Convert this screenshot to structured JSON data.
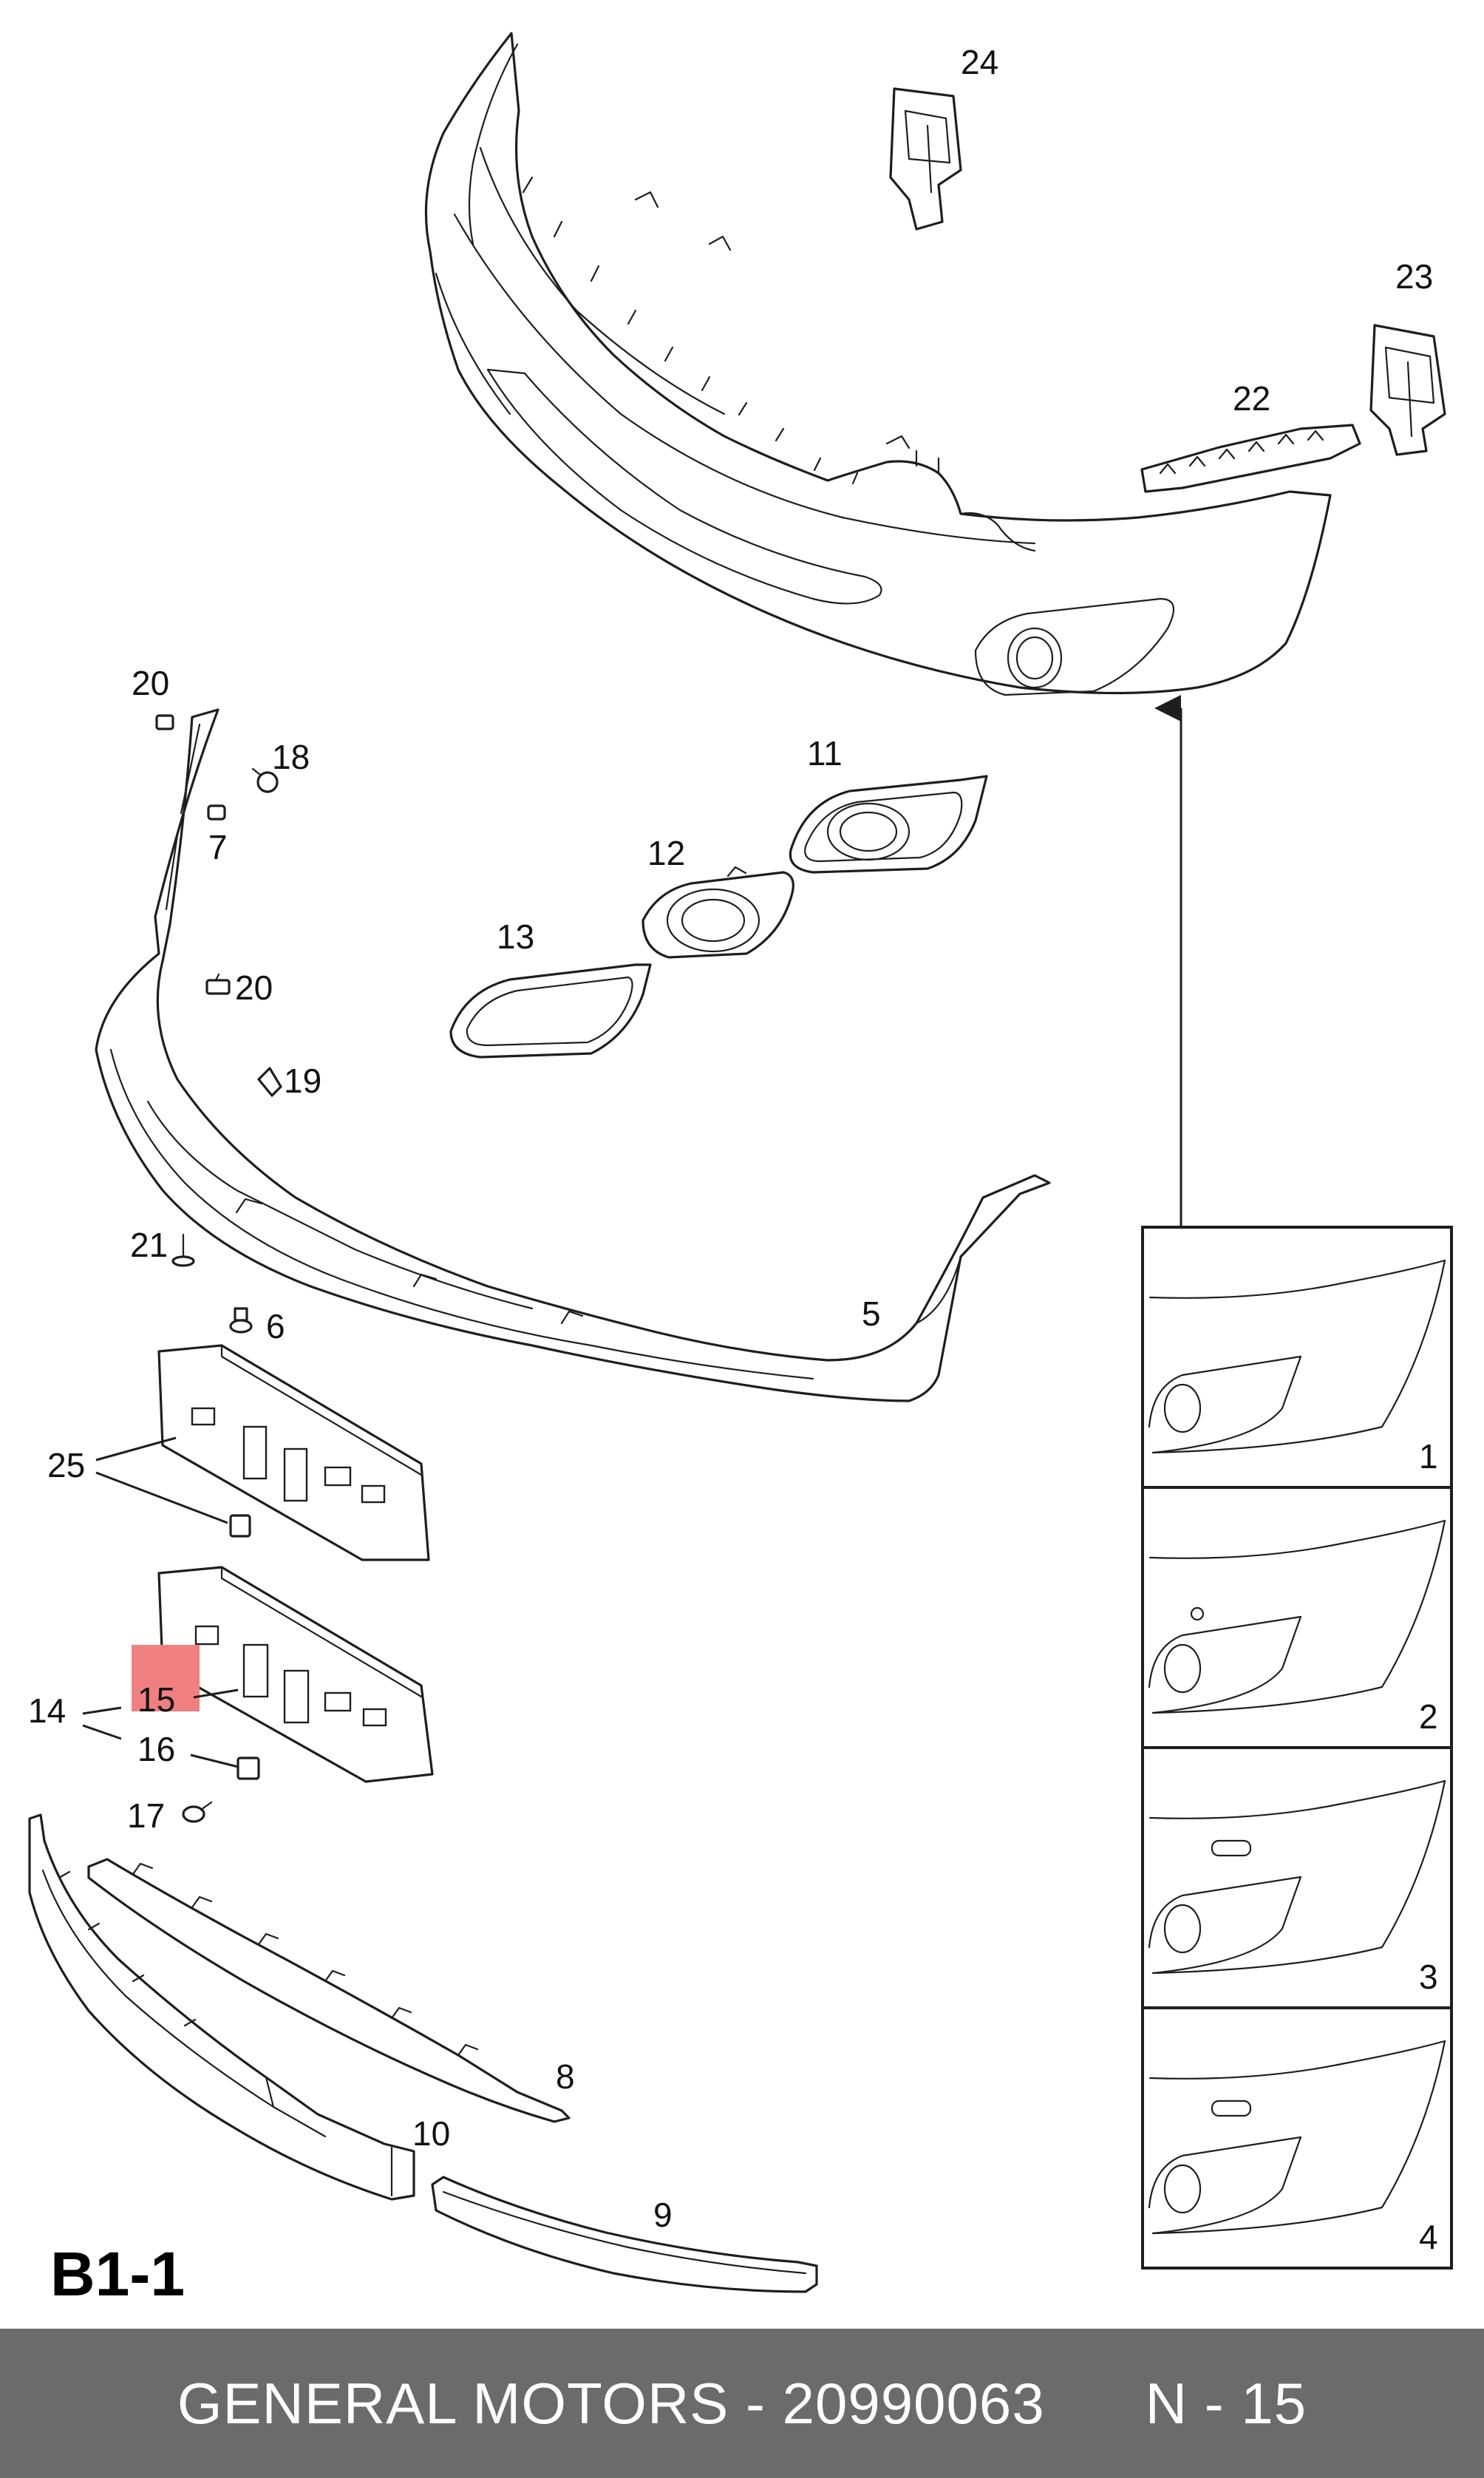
{
  "diagram": {
    "sheet_id": "B1-1",
    "highlight_color": "#f08080",
    "callouts": {
      "c1": "1",
      "c2": "2",
      "c3": "3",
      "c4": "4",
      "c5": "5",
      "c6": "6",
      "c7": "7",
      "c8": "8",
      "c9": "9",
      "c10": "10",
      "c11": "11",
      "c12": "12",
      "c13": "13",
      "c14": "14",
      "c15": "15",
      "c16": "16",
      "c17": "17",
      "c18": "18",
      "c19": "19",
      "c20a": "20",
      "c20b": "20",
      "c21": "21",
      "c22": "22",
      "c23": "23",
      "c24": "24",
      "c25": "25"
    }
  },
  "footer": {
    "brand": "GENERAL MOTORS",
    "separator": " - ",
    "part_number": "20990063",
    "position_label": "N - 15"
  }
}
